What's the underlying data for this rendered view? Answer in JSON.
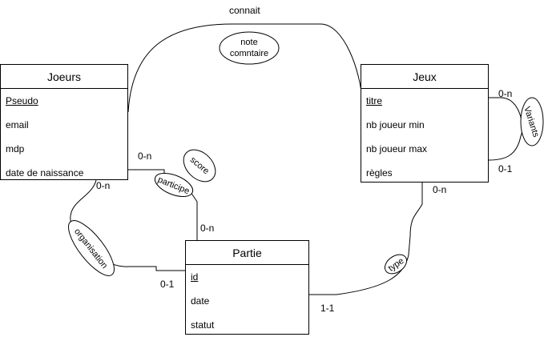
{
  "entities": {
    "joeurs": {
      "title": "Joeurs",
      "attributes": [
        "Pseudo",
        "email",
        "mdp",
        "date de naissance"
      ]
    },
    "jeux": {
      "title": "Jeux",
      "attributes": [
        "titre",
        "nb joueur min",
        "nb joueur max",
        "règles"
      ]
    },
    "partie": {
      "title": "Partie",
      "attributes": [
        "id",
        "date",
        "statut"
      ]
    }
  },
  "relations": {
    "connait": {
      "label": "connait",
      "attr_line1": "note",
      "attr_line2": "comntaire"
    },
    "participe": {
      "label": "participe",
      "attr": "score"
    },
    "organisation": {
      "label": "organisation"
    },
    "type": {
      "label": "type"
    },
    "variants": {
      "label": "Variants"
    }
  },
  "cardinalities": {
    "joeurs_participe": "0-n",
    "partie_participe": "0-n",
    "joeurs_organisation": "0-n",
    "partie_organisation": "0-1",
    "jeux_type": "0-n",
    "partie_type": "1-1",
    "jeux_variants_top": "0-n",
    "jeux_variants_bottom": "0-1"
  }
}
